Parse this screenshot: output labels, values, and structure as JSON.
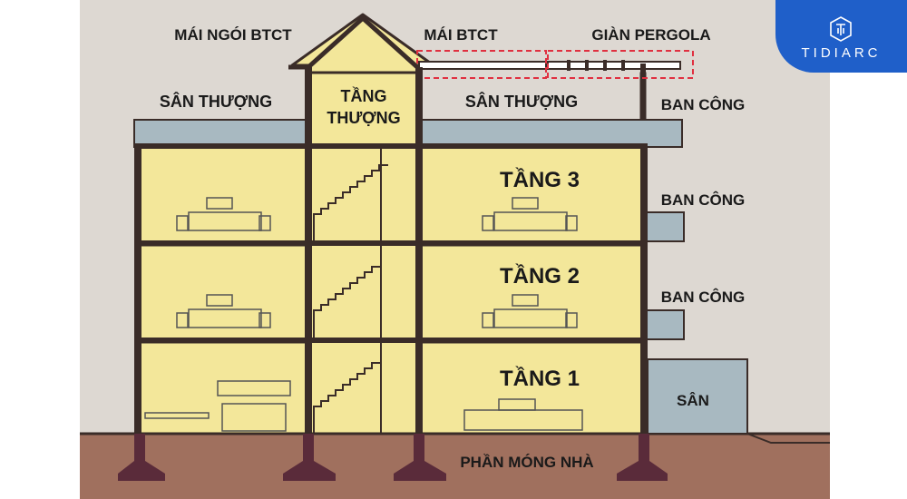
{
  "labels": {
    "roof_tile": "MÁI NGÓI BTCT",
    "roof_concrete": "MÁI BTCT",
    "pergola": "GIÀN PERGOLA",
    "terrace_left": "SÂN THƯỢNG",
    "top_floor_line1": "TẦNG",
    "top_floor_line2": "THƯỢNG",
    "terrace_right": "SÂN THƯỢNG",
    "balcony_top": "BAN CÔNG",
    "floor3": "TẦNG 3",
    "balcony_3": "BAN CÔNG",
    "floor2": "TẦNG 2",
    "balcony_2": "BAN CÔNG",
    "floor1": "TẦNG 1",
    "yard": "SÂN",
    "foundation": "PHẦN MÓNG NHÀ"
  },
  "logo": {
    "text": "TIDIARC",
    "mark": "tidiarc-logo-mark"
  },
  "colors": {
    "background": "#ddd8d2",
    "wall": "#f3e79a",
    "ground": "#a0705e",
    "slab": "#a8b9c1",
    "structure": "#3a2c28",
    "footing": "#5a2b3a",
    "highlight": "#e03040",
    "logo": "#1f5fc9"
  }
}
